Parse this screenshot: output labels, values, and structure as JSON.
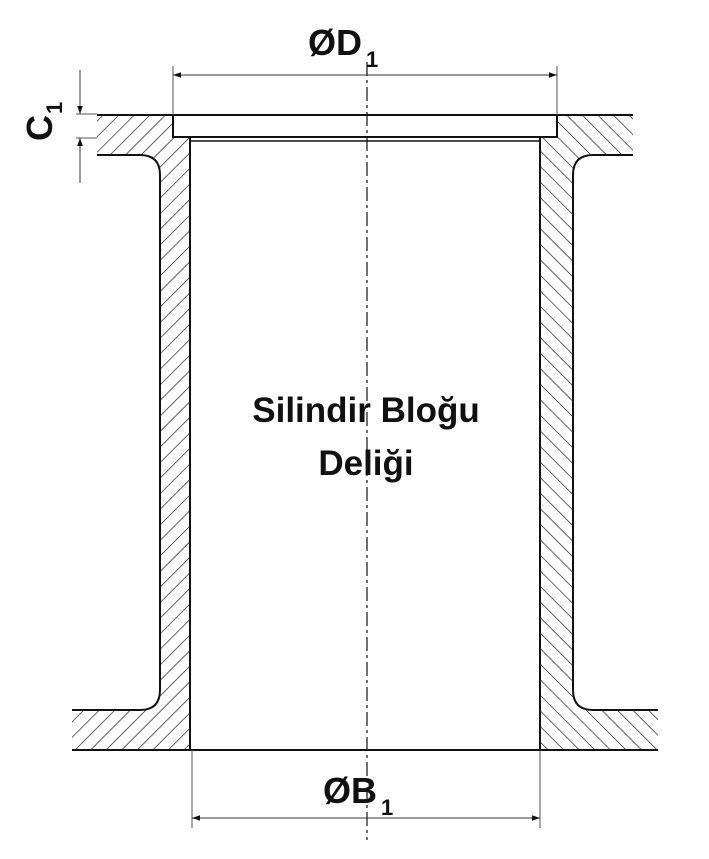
{
  "title_lines": [
    "Silindir Bloğu",
    "Deliği"
  ],
  "dimensions": {
    "top_diameter": {
      "symbol": "ØD",
      "subscript": "1"
    },
    "bottom_diameter": {
      "symbol": "ØB",
      "subscript": "1"
    },
    "collar_height": {
      "symbol": "C",
      "subscript": "1"
    }
  },
  "colors": {
    "line": "#111111",
    "background": "#ffffff"
  }
}
